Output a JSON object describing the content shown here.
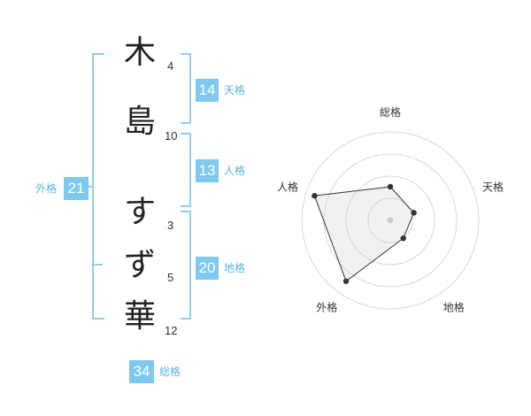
{
  "name": {
    "chars": [
      {
        "char": "木",
        "strokes": "4"
      },
      {
        "char": "島",
        "strokes": "10"
      },
      {
        "char": "す",
        "strokes": "3"
      },
      {
        "char": "ず",
        "strokes": "5"
      },
      {
        "char": "華",
        "strokes": "12"
      }
    ]
  },
  "kakusu": {
    "ten": {
      "value": "14",
      "label": "天格"
    },
    "jin": {
      "value": "13",
      "label": "人格"
    },
    "chi": {
      "value": "20",
      "label": "地格"
    },
    "gai": {
      "value": "21",
      "label": "外格"
    },
    "sou": {
      "value": "34",
      "label": "総格"
    }
  },
  "colors": {
    "accent": "#7fc8f0",
    "bracket": "#8fcfee",
    "label": "#5ab4e6"
  },
  "chart_data": {
    "type": "radar",
    "axes": [
      "総格",
      "天格",
      "地格",
      "外格",
      "人格"
    ],
    "values": [
      0.38,
      0.28,
      0.25,
      0.85,
      0.9
    ],
    "range": [
      0,
      1
    ],
    "rings": 4
  }
}
